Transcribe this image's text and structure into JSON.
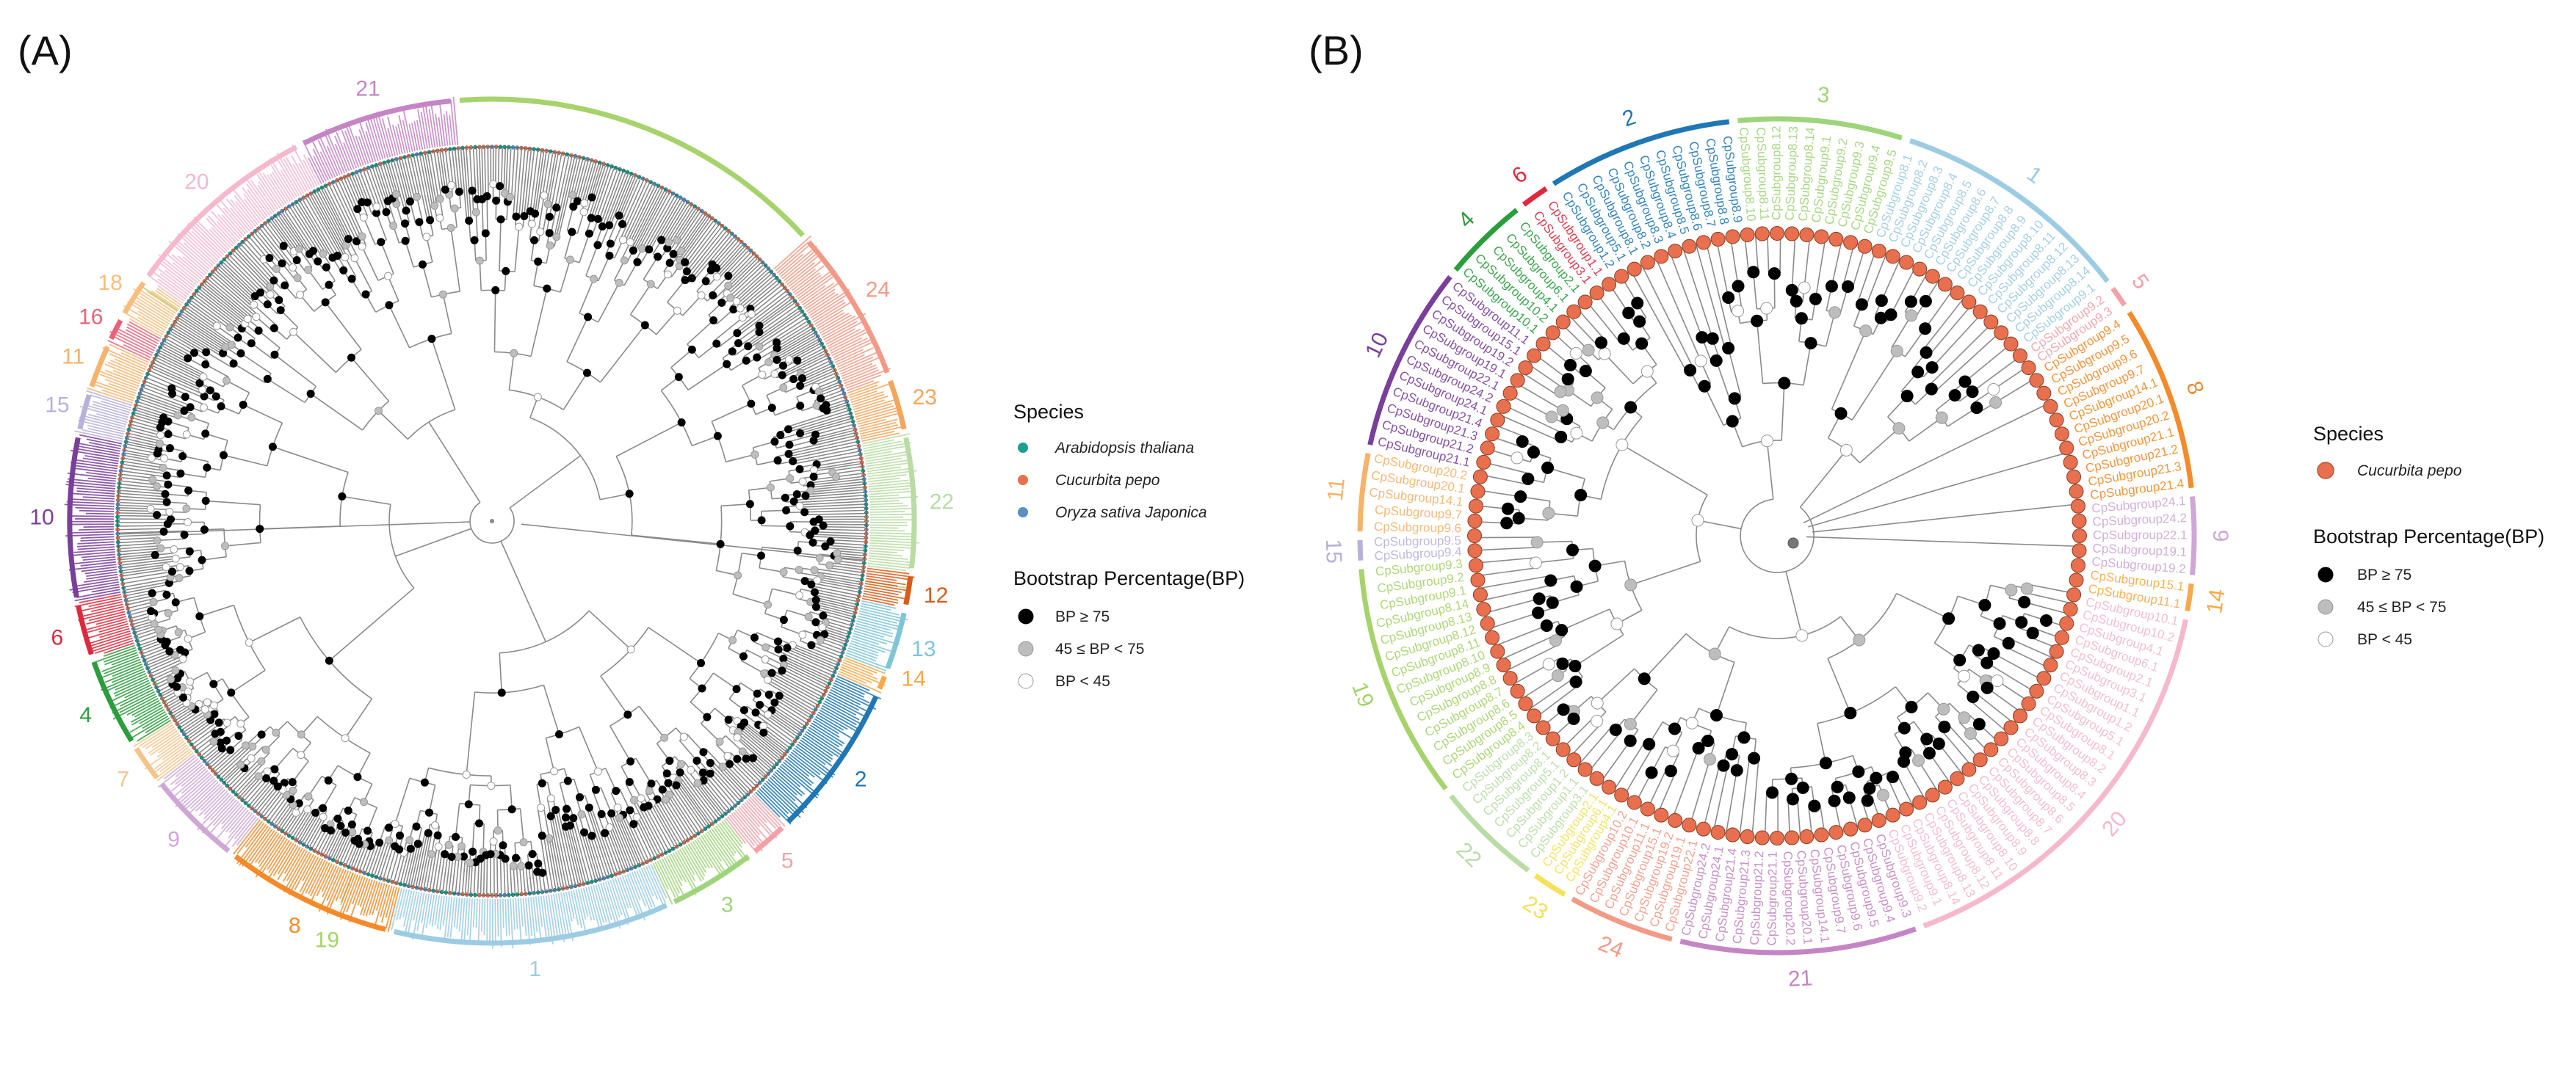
{
  "panels": {
    "A": {
      "label": "(A)",
      "legend": {
        "species_title": "Species",
        "species": [
          {
            "name": "Arabidopsis thaliana",
            "color": "#1e9e8c"
          },
          {
            "name": "Cucurbita pepo",
            "color": "#e8704f"
          },
          {
            "name": "Oryza sativa Japonica",
            "color": "#5b8fc6"
          }
        ],
        "bootstrap_title": "Bootstrap Percentage(BP)",
        "bootstrap": [
          {
            "label": "BP ≥ 75",
            "fill": "#000000"
          },
          {
            "label": "45 ≤ BP < 75",
            "fill": "#bdbdbd"
          },
          {
            "label": "BP < 45",
            "fill": "#ffffff"
          }
        ]
      },
      "groups": [
        {
          "num": "1",
          "color": "#9ccce3"
        },
        {
          "num": "2",
          "color": "#1f77b4"
        },
        {
          "num": "3",
          "color": "#9fd47a"
        },
        {
          "num": "4",
          "color": "#2a9d3c"
        },
        {
          "num": "5",
          "color": "#f2a1a8"
        },
        {
          "num": "6",
          "color": "#e0283c"
        },
        {
          "num": "7",
          "color": "#f6c48a"
        },
        {
          "num": "8",
          "color": "#f58a2a"
        },
        {
          "num": "9",
          "color": "#cfa6d6"
        },
        {
          "num": "10",
          "color": "#7a3f9a"
        },
        {
          "num": "11",
          "color": "#f7b26b"
        },
        {
          "num": "12",
          "color": "#d95b18"
        },
        {
          "num": "13",
          "color": "#7ec5d6"
        },
        {
          "num": "14",
          "color": "#f9a94a"
        },
        {
          "num": "15",
          "color": "#b9b1d9"
        },
        {
          "num": "16",
          "color": "#e8637a"
        },
        {
          "num": "18",
          "color": "#f8be7d"
        },
        {
          "num": "19",
          "color": "#a6d36b"
        },
        {
          "num": "20",
          "color": "#f5b8cc"
        },
        {
          "num": "21",
          "color": "#c585c4"
        },
        {
          "num": "22",
          "color": "#b8dca3"
        },
        {
          "num": "23",
          "color": "#f6a55a"
        },
        {
          "num": "24",
          "color": "#f29a86"
        }
      ]
    },
    "B": {
      "label": "(B)",
      "legend": {
        "species_title": "Species",
        "species": [
          {
            "name": "Cucurbita pepo",
            "color": "#e8704f"
          }
        ],
        "bootstrap_title": "Bootstrap Percentage(BP)",
        "bootstrap": [
          {
            "label": "BP ≥ 75",
            "fill": "#000000"
          },
          {
            "label": "45 ≤ BP < 75",
            "fill": "#bdbdbd"
          },
          {
            "label": "BP < 45",
            "fill": "#ffffff"
          }
        ]
      },
      "groups": [
        {
          "num": "1",
          "color": "#9ccce3"
        },
        {
          "num": "2",
          "color": "#1f77b4"
        },
        {
          "num": "3",
          "color": "#9fd47a"
        },
        {
          "num": "4",
          "color": "#2a9d3c"
        },
        {
          "num": "5",
          "color": "#f2a1a8"
        },
        {
          "num": "6",
          "color": "#e0283c"
        },
        {
          "num": "8",
          "color": "#f58a2a"
        },
        {
          "num": "9",
          "color": "#cfa6d6"
        },
        {
          "num": "10",
          "color": "#7a3f9a"
        },
        {
          "num": "11",
          "color": "#f7b26b"
        },
        {
          "num": "14",
          "color": "#f9a94a"
        },
        {
          "num": "15",
          "color": "#b9b1d9"
        },
        {
          "num": "19",
          "color": "#a6d36b"
        },
        {
          "num": "20",
          "color": "#f5b8cc"
        },
        {
          "num": "21",
          "color": "#c585c4"
        },
        {
          "num": "22",
          "color": "#b8dca3"
        },
        {
          "num": "23",
          "color": "#f5e05a"
        },
        {
          "num": "24",
          "color": "#f29a86"
        }
      ],
      "leaf_labels": [
        "CpSubgroup8.1",
        "CpSubgroup8.2",
        "CpSubgroup8.3",
        "CpSubgroup8.4",
        "CpSubgroup8.5",
        "CpSubgroup8.6",
        "CpSubgroup8.7",
        "CpSubgroup8.8",
        "CpSubgroup8.9",
        "CpSubgroup8.10",
        "CpSubgroup8.11",
        "CpSubgroup8.12",
        "CpSubgroup8.13",
        "CpSubgroup8.14",
        "CpSubgroup9.1",
        "CpSubgroup9.2",
        "CpSubgroup9.3",
        "CpSubgroup9.4",
        "CpSubgroup9.5",
        "CpSubgroup9.6",
        "CpSubgroup9.7",
        "CpSubgroup14.1",
        "CpSubgroup20.1",
        "CpSubgroup20.2",
        "CpSubgroup21.1",
        "CpSubgroup21.2",
        "CpSubgroup21.3",
        "CpSubgroup21.4",
        "CpSubgroup24.1",
        "CpSubgroup24.2",
        "CpSubgroup22.1",
        "CpSubgroup19.1",
        "CpSubgroup19.2",
        "CpSubgroup15.1",
        "CpSubgroup11.1",
        "CpSubgroup10.1",
        "CpSubgroup10.2",
        "CpSubgroup4.1",
        "CpSubgroup6.1",
        "CpSubgroup2.1",
        "CpSubgroup3.1",
        "CpSubgroup1.1",
        "CpSubgroup1.2",
        "CpSubgroup5.1"
      ]
    }
  }
}
